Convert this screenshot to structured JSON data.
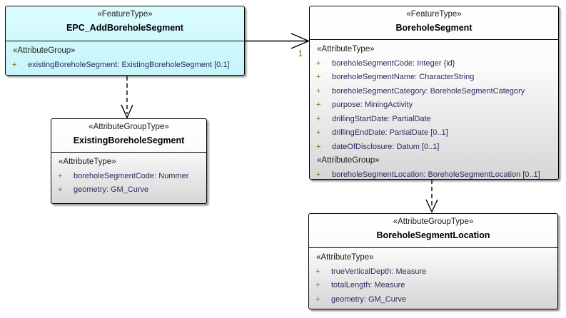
{
  "diagram": {
    "type": "uml-class-diagram",
    "background": "#ffffff"
  },
  "colors": {
    "feature_fill_top": "#dcfdff",
    "feature_fill_bottom": "#c5f5fa",
    "plain_fill_top": "#ffffff",
    "plain_fill_bottom": "#d6d6d6",
    "border": "#000000",
    "attribute_text": "#2b2b5e",
    "visibility_symbol": "#7a6a14",
    "multiplicity_text": "#806000"
  },
  "classes": [
    {
      "stereotype": "«FeatureType»",
      "name": "EPC_AddBoreholeSegment",
      "groups": [
        {
          "label": "«AttributeGroup»",
          "attrs": [
            {
              "vis": "+",
              "text": "existingBoreholeSegment: ExistingBoreholeSegment [0.1]"
            }
          ]
        }
      ]
    },
    {
      "stereotype": "«FeatureType»",
      "name": "BoreholeSegment",
      "groups": [
        {
          "label": "«AttributeType»",
          "attrs": [
            {
              "vis": "+",
              "text": "boreholeSegmentCode: Integer {id}"
            },
            {
              "vis": "+",
              "text": "boreholeSegmentName: CharacterString"
            },
            {
              "vis": "+",
              "text": "boreholeSegmentCategory: BoreholeSegmentCategory"
            },
            {
              "vis": "+",
              "text": "purpose: MiningActivity"
            },
            {
              "vis": "+",
              "text": "drillingStartDate: PartialDate"
            },
            {
              "vis": "+",
              "text": "drillingEndDate: PartialDate [0..1]"
            },
            {
              "vis": "+",
              "text": "dateOfDisclosure: Datum [0..1]"
            }
          ]
        },
        {
          "label": "«AttributeGroup»",
          "attrs": [
            {
              "vis": "+",
              "text": "boreholeSegmentLocation: BoreholeSegmentLocation [0..1]"
            }
          ]
        }
      ]
    },
    {
      "stereotype": "«AttributeGroupType»",
      "name": "ExistingBoreholeSegment",
      "groups": [
        {
          "label": "«AttributeType»",
          "attrs": [
            {
              "vis": "+",
              "text": "boreholeSegmentCode: Nummer"
            },
            {
              "vis": "+",
              "text": "geometry: GM_Curve"
            }
          ]
        }
      ]
    },
    {
      "stereotype": "«AttributeGroupType»",
      "name": "BoreholeSegmentLocation",
      "groups": [
        {
          "label": "«AttributeType»",
          "attrs": [
            {
              "vis": "+",
              "text": "trueVerticalDepth: Measure"
            },
            {
              "vis": "+",
              "text": "totalLength: Measure"
            },
            {
              "vis": "+",
              "text": "geometry: GM_Curve"
            }
          ]
        }
      ]
    }
  ],
  "connectors": {
    "association": {
      "target_multiplicity": "1"
    }
  }
}
